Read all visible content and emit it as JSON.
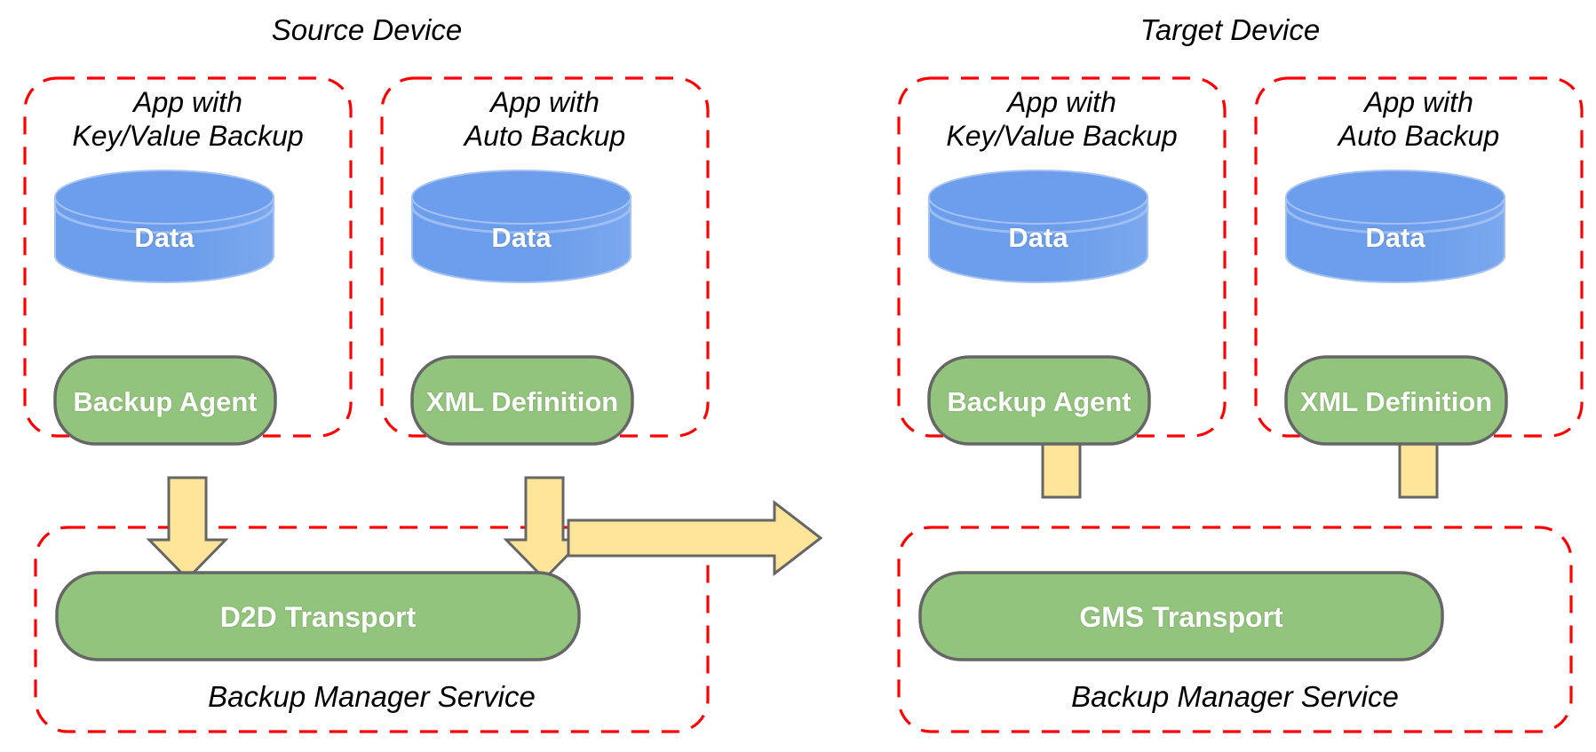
{
  "diagram": {
    "title_source": "Source Device",
    "title_target": "Target Device",
    "colors": {
      "dashed_border": "#ff0000",
      "cylinder_fill": "#6d9eeb",
      "cylinder_stroke": "#a4c2f4",
      "pill_fill": "#93c47d",
      "pill_stroke": "#666666",
      "arrow_fill": "#ffe599",
      "arrow_stroke": "#666666",
      "text_dark": "#000000",
      "text_light": "#ffffff",
      "background": "#ffffff"
    },
    "source_device": {
      "label": "Source Device",
      "apps": [
        {
          "title_line1": "App with",
          "title_line2": "Key/Value Backup",
          "data_label": "Data",
          "component_label": "Backup Agent"
        },
        {
          "title_line1": "App with",
          "title_line2": "Auto Backup",
          "data_label": "Data",
          "component_label": "XML Definition"
        }
      ],
      "service": {
        "label": "Backup Manager Service",
        "transport_label": "D2D Transport"
      }
    },
    "target_device": {
      "label": "Target Device",
      "apps": [
        {
          "title_line1": "App with",
          "title_line2": "Key/Value Backup",
          "data_label": "Data",
          "component_label": "Backup Agent"
        },
        {
          "title_line1": "App with",
          "title_line2": "Auto Backup",
          "data_label": "Data",
          "component_label": "XML Definition"
        }
      ],
      "service": {
        "label": "Backup Manager Service",
        "transport_label": "GMS Transport"
      }
    },
    "arrows": [
      {
        "name": "backup-agent-to-d2d",
        "direction": "down"
      },
      {
        "name": "xml-definition-to-d2d",
        "direction": "down"
      },
      {
        "name": "d2d-to-gms",
        "direction": "right"
      },
      {
        "name": "gms-to-backup-agent",
        "direction": "up"
      },
      {
        "name": "gms-to-xml-definition",
        "direction": "up"
      }
    ]
  }
}
